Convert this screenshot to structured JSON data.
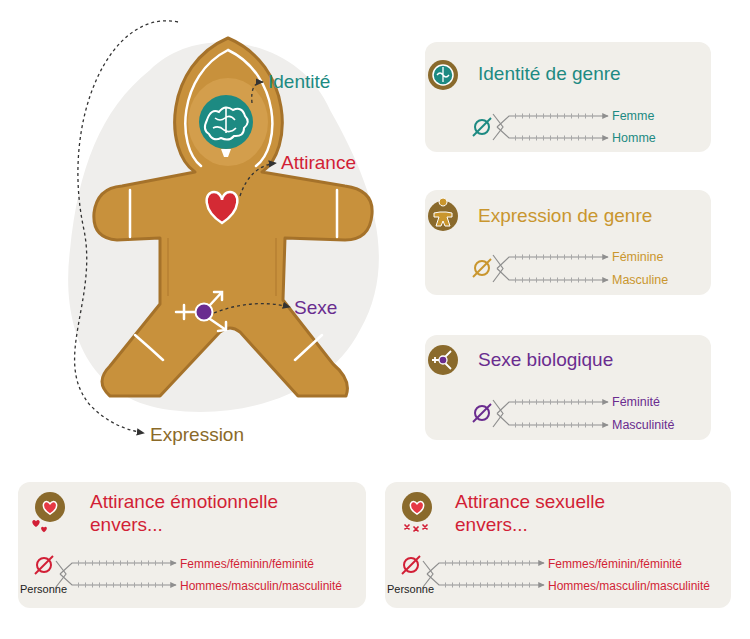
{
  "diagram": {
    "nodes": [
      {
        "text": [
          "Identité de genre",
          "Femme",
          "Homme"
        ]
      },
      {
        "text": [
          "Expression de genre",
          "Féminine",
          "Masculine"
        ]
      },
      {
        "text": [
          "Sexe biologique",
          "Féminité",
          "Masculinité"
        ]
      },
      {
        "text": [
          "Attirance émotionnelle envers...",
          "Personne",
          "Femmes/féminin/féminité",
          "Hommes/masculin/masculinité"
        ]
      },
      {
        "text": [
          "Attirance sexuelle envers...",
          "Personne",
          "Femmes/féminin/féminité",
          "Hommes/masculin/masculinité"
        ]
      }
    ],
    "labels": [
      "Identité",
      "Attirance",
      "Sexe",
      "Expression"
    ]
  }
}
